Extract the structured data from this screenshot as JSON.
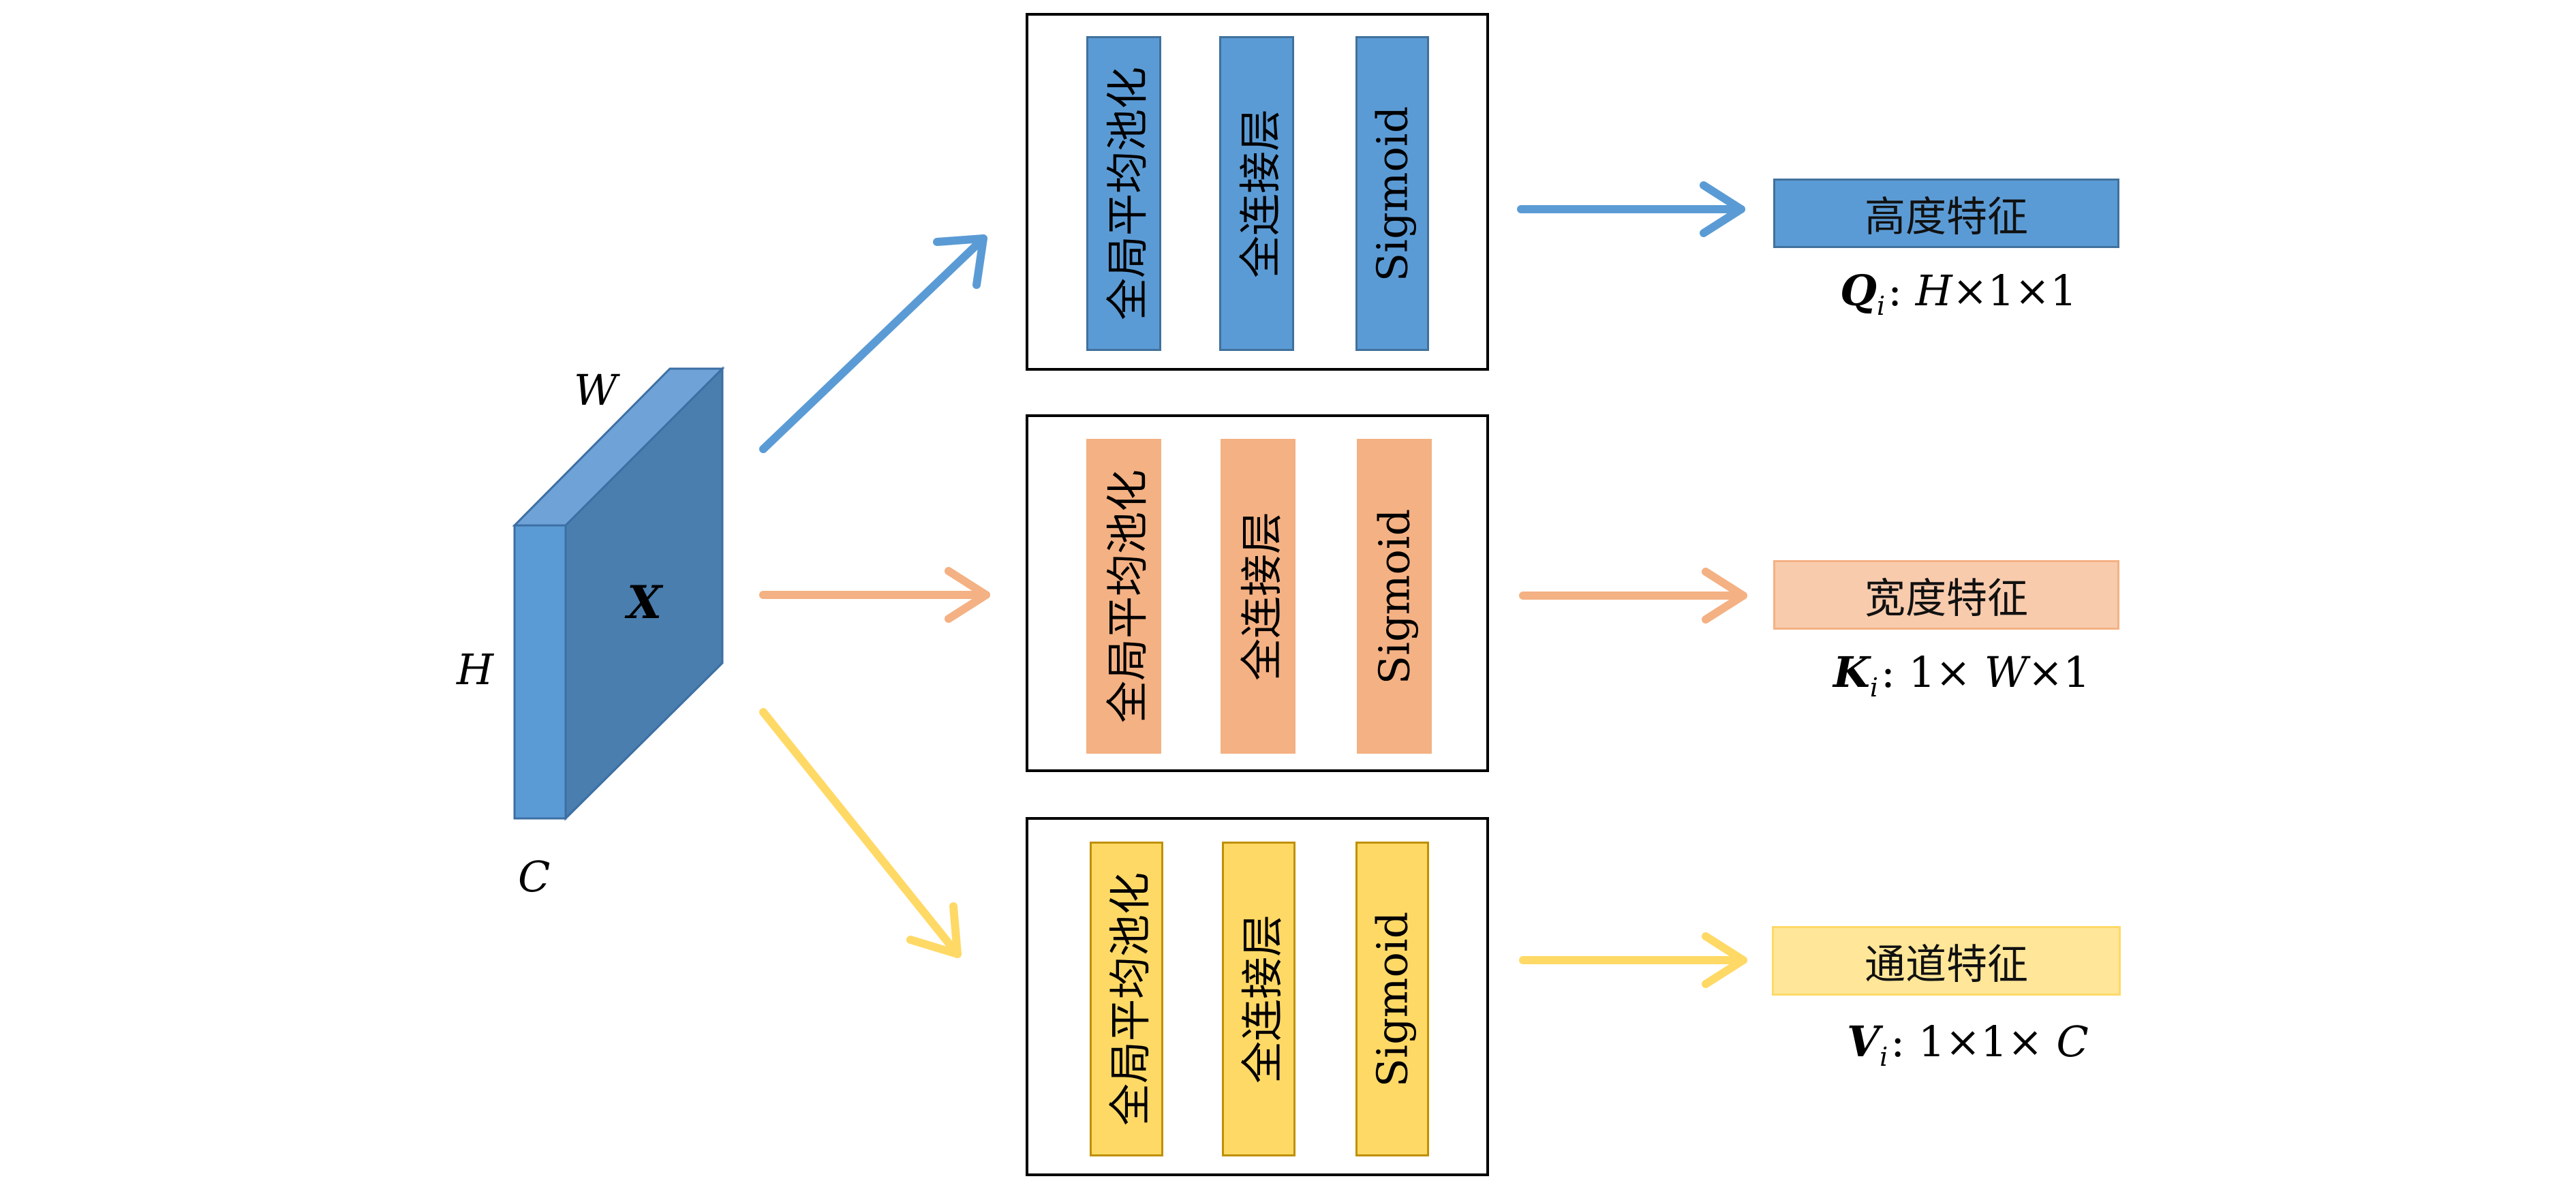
{
  "tensor": {
    "label": "X",
    "dims": {
      "width": "W",
      "height": "H",
      "channels": "C"
    },
    "colors": {
      "front": "#5b9bd5",
      "side": "#4a7eae",
      "top": "#6fa3d8",
      "edge": "#3c6fa3"
    }
  },
  "branches": [
    {
      "id": "height",
      "bars": [
        "全局平均池化",
        "全连接层",
        "Sigmoid"
      ],
      "feature_label": "高度特征",
      "output": {
        "symbol": "Q",
        "subscript": "i",
        "sep": ":",
        "dims": [
          {
            "t": "H",
            "i": true
          },
          {
            "t": "×1×1",
            "i": false
          }
        ]
      },
      "colors": {
        "fill": "#5b9bd5",
        "border": "#41719c",
        "arrow": "#5b9bd5"
      }
    },
    {
      "id": "width",
      "bars": [
        "全局平均池化",
        "全连接层",
        "Sigmoid"
      ],
      "feature_label": "宽度特征",
      "output": {
        "symbol": "K",
        "subscript": "i",
        "sep": ":",
        "dims": [
          {
            "t": "1× ",
            "i": false
          },
          {
            "t": "W",
            "i": true
          },
          {
            "t": "×1",
            "i": false
          }
        ]
      },
      "colors": {
        "fill": "#f4b183",
        "border": "#f4b183",
        "arrow": "#f4b183",
        "feature_fill": "#f8cbad"
      }
    },
    {
      "id": "channel",
      "bars": [
        "全局平均池化",
        "全连接层",
        "Sigmoid"
      ],
      "feature_label": "通道特征",
      "output": {
        "symbol": "V",
        "subscript": "i",
        "sep": ":",
        "dims": [
          {
            "t": "1×1× ",
            "i": false
          },
          {
            "t": "C",
            "i": true
          }
        ]
      },
      "colors": {
        "fill": "#ffd966",
        "border": "#bf9000",
        "arrow": "#ffd966",
        "feature_fill": "#ffe699"
      }
    }
  ]
}
